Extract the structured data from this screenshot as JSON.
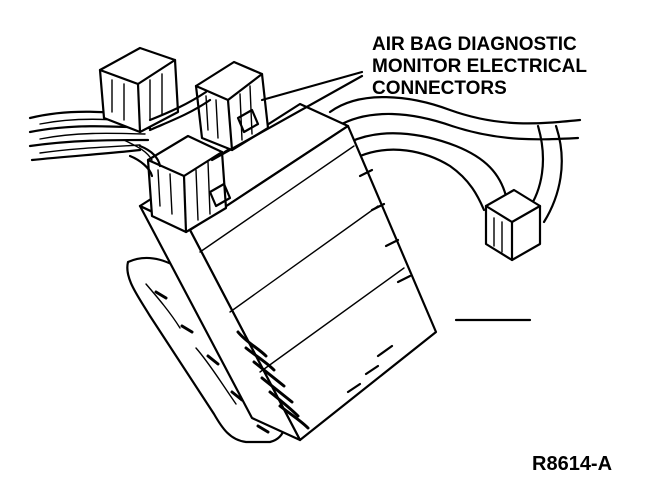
{
  "callout": {
    "lines": [
      "AIR BAG DIAGNOSTIC",
      "MONITOR ELECTRICAL",
      "CONNECTORS"
    ]
  },
  "figure_code": "R8614-A"
}
